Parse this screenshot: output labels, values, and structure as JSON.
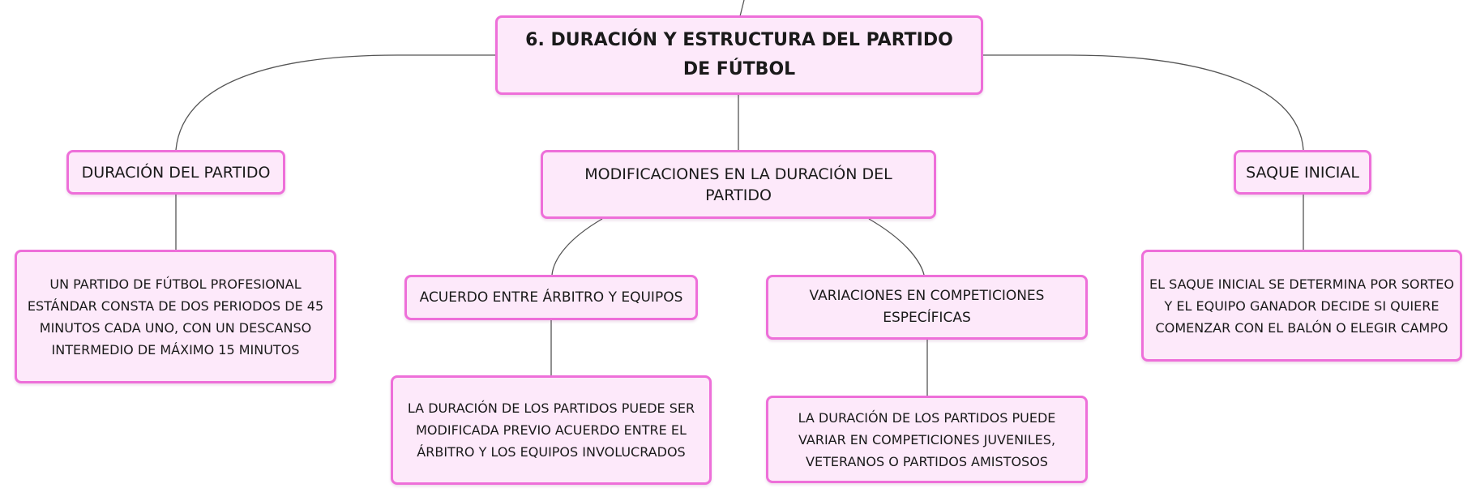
{
  "diagram": {
    "root": {
      "text": "6. DURACIÓN Y ESTRUCTURA DEL PARTIDO DE FÚTBOL"
    },
    "branches": {
      "duracion": {
        "label": "DURACIÓN DEL PARTIDO",
        "detail": "UN PARTIDO DE FÚTBOL PROFESIONAL ESTÁNDAR CONSTA DE DOS PERIODOS DE 45 MINUTOS CADA UNO, CON UN DESCANSO INTERMEDIO DE MÁXIMO 15 MINUTOS"
      },
      "modificaciones": {
        "label": "MODIFICACIONES EN LA DURACIÓN DEL PARTIDO",
        "children": [
          {
            "label": "ACUERDO ENTRE ÁRBITRO Y EQUIPOS",
            "detail": "LA DURACIÓN DE LOS PARTIDOS PUEDE SER MODIFICADA PREVIO ACUERDO ENTRE EL ÁRBITRO Y LOS EQUIPOS INVOLUCRADOS"
          },
          {
            "label": "VARIACIONES EN COMPETICIONES ESPECÍFICAS",
            "detail": "LA DURACIÓN DE LOS PARTIDOS PUEDE VARIAR EN COMPETICIONES JUVENILES, VETERANOS O PARTIDOS AMISTOSOS"
          }
        ]
      },
      "saque": {
        "label": "SAQUE INICIAL",
        "detail": "EL SAQUE INICIAL SE DETERMINA POR SORTEO Y EL EQUIPO GANADOR DECIDE SI QUIERE COMENZAR CON EL BALÓN O ELEGIR CAMPO"
      }
    },
    "colors": {
      "node_fill": "#fde9fa",
      "node_border": "#ee6fd9",
      "connector": "#555555",
      "text": "#1a1a1a"
    }
  }
}
